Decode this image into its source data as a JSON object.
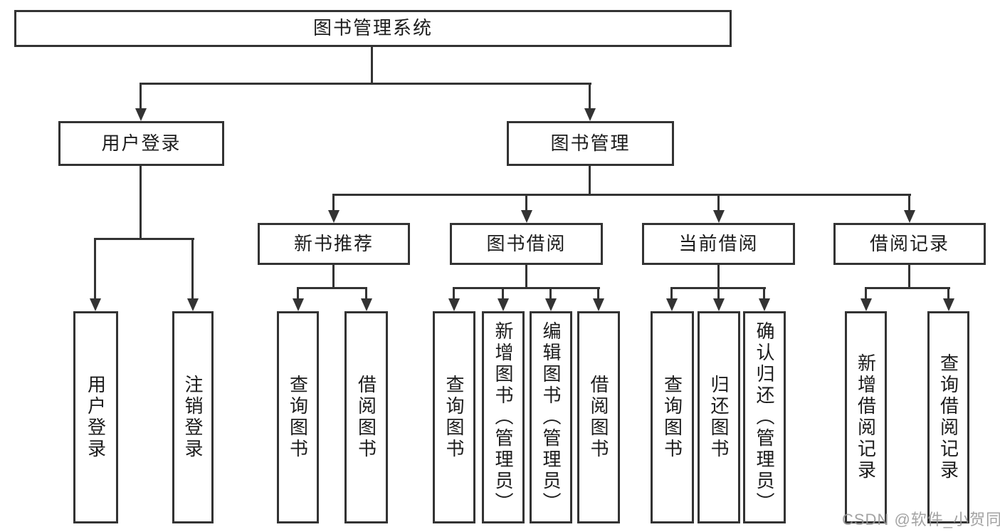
{
  "diagram": {
    "root": {
      "label": "图书管理系统"
    },
    "branches": {
      "user_login": {
        "label": "用户登录",
        "children": {
          "login": {
            "label": "用户登录"
          },
          "logout": {
            "label": "注销登录"
          }
        }
      },
      "book_management": {
        "label": "图书管理",
        "children": {
          "new_book_recommend": {
            "label": "新书推荐",
            "children": {
              "query_books": {
                "label": "查询图书"
              },
              "borrow_books": {
                "label": "借阅图书"
              }
            }
          },
          "book_borrow": {
            "label": "图书借阅",
            "children": {
              "query_books": {
                "label": "查询图书"
              },
              "add_books": {
                "label": "新增图书（管理员）"
              },
              "edit_books": {
                "label": "编辑图书（管理员）"
              },
              "borrow_books": {
                "label": "借阅图书"
              }
            }
          },
          "current_borrow": {
            "label": "当前借阅",
            "children": {
              "query_books": {
                "label": "查询图书"
              },
              "return_books": {
                "label": "归还图书"
              },
              "confirm_return": {
                "label": "确认归还（管理员）"
              }
            }
          },
          "borrow_records": {
            "label": "借阅记录",
            "children": {
              "add_record": {
                "label": "新增借阅记录"
              },
              "query_record": {
                "label": "查询借阅记录"
              }
            }
          }
        }
      }
    },
    "watermark": "CSDN @软件_小贺同学",
    "colors": {
      "line": "#333333",
      "text": "#1c1c1c",
      "watermark": "#969696",
      "background": "#ffffff"
    }
  }
}
